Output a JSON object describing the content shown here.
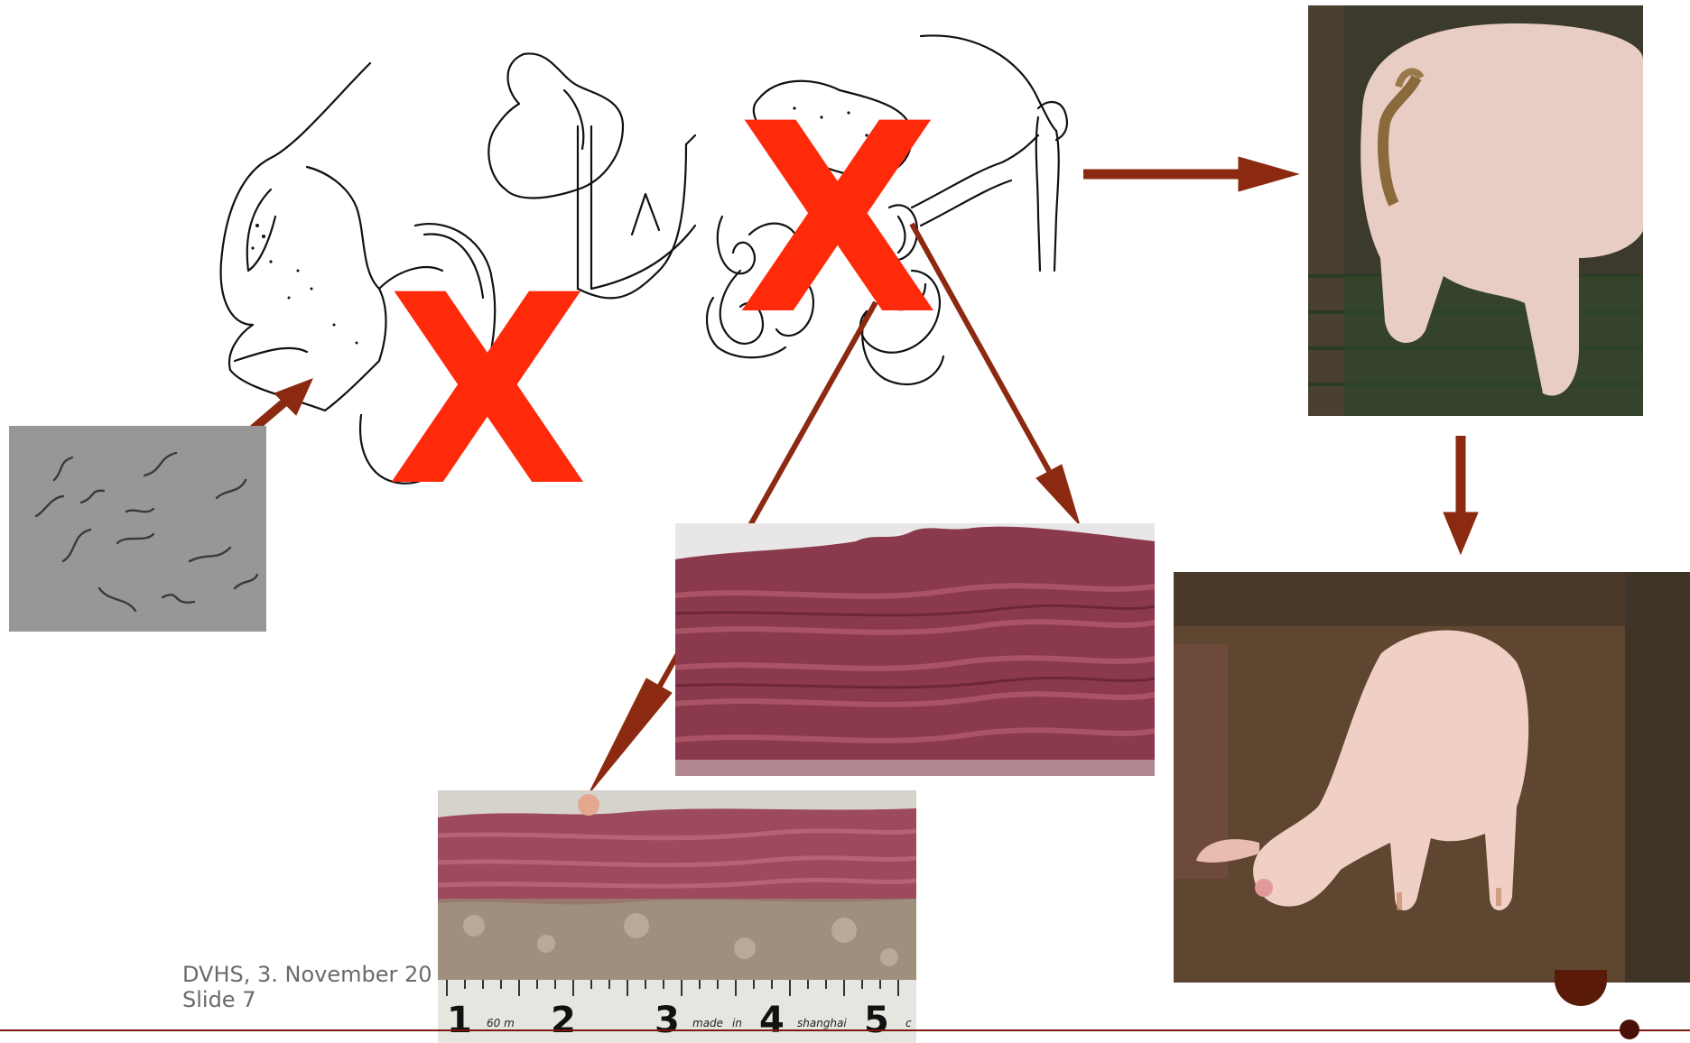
{
  "footer": {
    "line1": "DVHS, 3. November 20",
    "line2": "Slide 7"
  },
  "marks": {
    "cross_stomach": "X",
    "cross_intestine": "X"
  },
  "colors": {
    "arrow": "#8b2a10",
    "cross": "#ff2a0a",
    "rule": "#7a1a0c"
  },
  "images": {
    "larvae_micrograph": "microscopy-photo",
    "digestive_tract_drawing": "line-drawing",
    "pig_rear_photo": "pig-photo",
    "intestine_photo_upper": "intestine-photo",
    "intestine_photo_ruler": "intestine-photo",
    "pig_sick_photo": "pig-photo"
  },
  "ruler": {
    "numbers": [
      "1",
      "2",
      "3",
      "4",
      "5"
    ],
    "small_text": [
      "60 m",
      "made",
      "in",
      "shanghai",
      "c"
    ]
  }
}
